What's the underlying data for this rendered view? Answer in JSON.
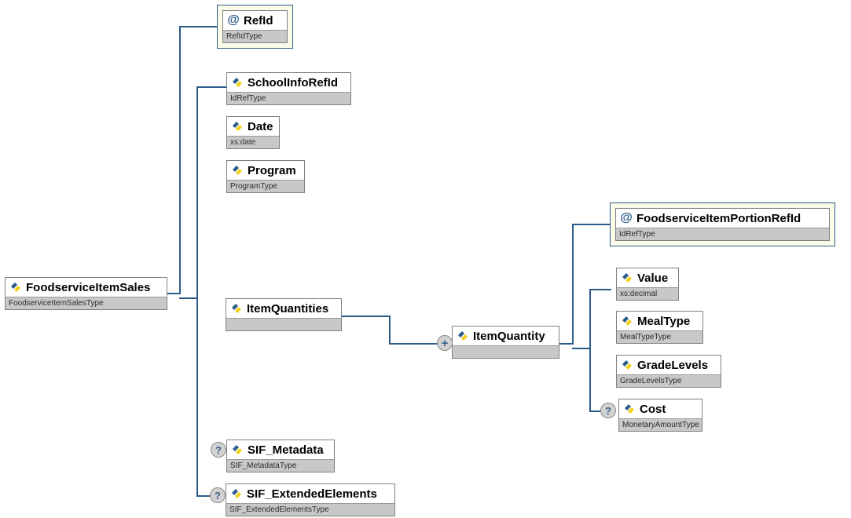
{
  "diagram": {
    "title": "FoodserviceItemSales XSD schema diagram",
    "accent_line_color": "#2b5c8a",
    "attribute_box_fill": "#fbfbe8",
    "type_row_fill": "#c8c8c8",
    "marker_fill": "#d2d2d2"
  },
  "nodes": {
    "root": {
      "name": "FoodserviceItemSales",
      "type": "FoodserviceItemSalesType",
      "kind": "element",
      "icon": "element-icon"
    },
    "ref_id": {
      "name": "RefId",
      "type": "RefIdType",
      "kind": "attribute",
      "icon": "at-icon"
    },
    "school_info_ref_id": {
      "name": "SchoolInfoRefId",
      "type": "IdRefType",
      "kind": "element",
      "icon": "element-icon"
    },
    "date": {
      "name": "Date",
      "type": "xs:date",
      "kind": "element",
      "icon": "element-icon"
    },
    "program": {
      "name": "Program",
      "type": "ProgramType",
      "kind": "element",
      "icon": "element-icon"
    },
    "item_quantities": {
      "name": "ItemQuantities",
      "type": "",
      "kind": "element",
      "icon": "element-icon"
    },
    "item_quantity": {
      "name": "ItemQuantity",
      "type": "",
      "kind": "element",
      "icon": "element-icon",
      "marker": "+"
    },
    "foodservice_item_portion_ref_id": {
      "name": "FoodserviceItemPortionRefId",
      "type": "IdRefType",
      "kind": "attribute",
      "icon": "at-icon"
    },
    "value": {
      "name": "Value",
      "type": "xs:decimal",
      "kind": "element",
      "icon": "element-icon"
    },
    "meal_type": {
      "name": "MealType",
      "type": "MealTypeType",
      "kind": "element",
      "icon": "element-icon"
    },
    "grade_levels": {
      "name": "GradeLevels",
      "type": "GradeLevelsType",
      "kind": "element",
      "icon": "element-icon"
    },
    "cost": {
      "name": "Cost",
      "type": "MonetaryAmountType",
      "kind": "element",
      "icon": "element-icon",
      "marker": "?"
    },
    "sif_metadata": {
      "name": "SIF_Metadata",
      "type": "SIF_MetadataType",
      "kind": "element",
      "icon": "element-icon",
      "marker": "?"
    },
    "sif_extended_elements": {
      "name": "SIF_ExtendedElements",
      "type": "SIF_ExtendedElementsType",
      "kind": "element",
      "icon": "element-icon",
      "marker": "?"
    }
  }
}
